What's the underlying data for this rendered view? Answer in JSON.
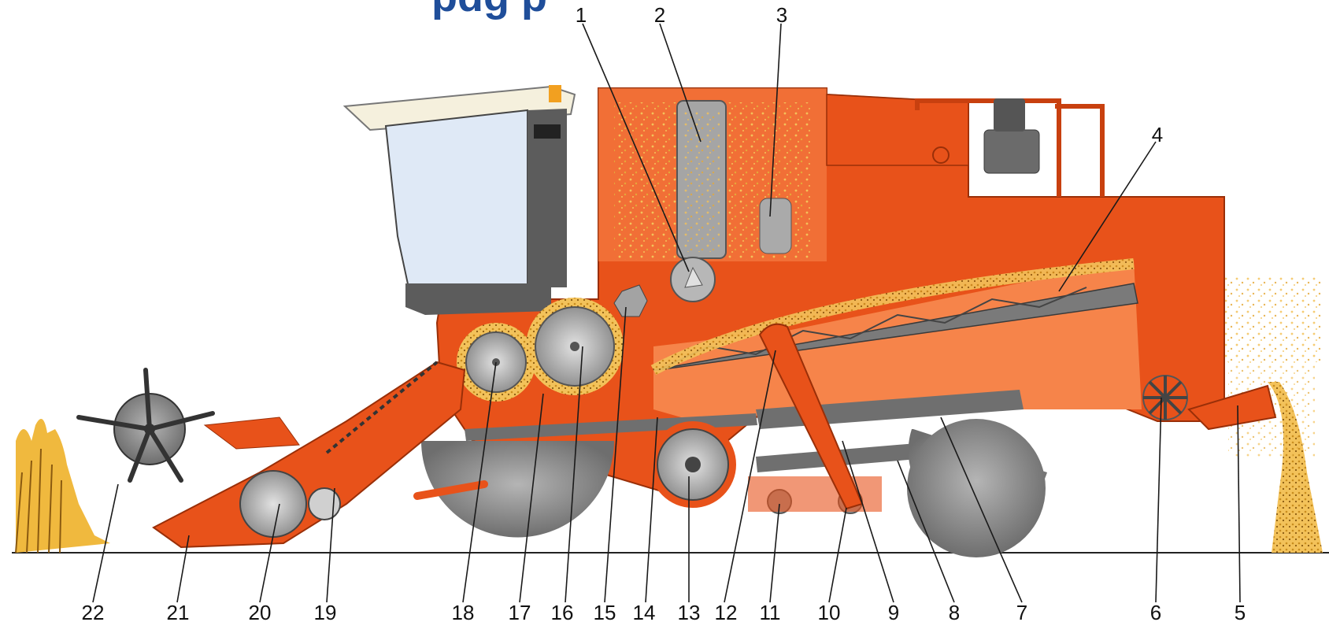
{
  "header_fragment": {
    "text": "pdg p",
    "color": "#1f4e9a"
  },
  "colors": {
    "body_orange": "#e8521a",
    "body_orange_dark": "#c8400f",
    "light_orange": "#f6844a",
    "grain": "#f3c25a",
    "grain_dark": "#c98d1e",
    "metal": "#9a9a9a",
    "metal_dark": "#5a5a5a",
    "glass": "#dfe9f6",
    "roof": "#f5f0dd",
    "wheel": "#8c8c8c",
    "ground": "#222222"
  },
  "callouts": [
    {
      "id": "1",
      "label": "1"
    },
    {
      "id": "2",
      "label": "2"
    },
    {
      "id": "3",
      "label": "3"
    },
    {
      "id": "4",
      "label": "4"
    },
    {
      "id": "5",
      "label": "5"
    },
    {
      "id": "6",
      "label": "6"
    },
    {
      "id": "7",
      "label": "7"
    },
    {
      "id": "8",
      "label": "8"
    },
    {
      "id": "9",
      "label": "9"
    },
    {
      "id": "10",
      "label": "10"
    },
    {
      "id": "11",
      "label": "11"
    },
    {
      "id": "12",
      "label": "12"
    },
    {
      "id": "13",
      "label": "13"
    },
    {
      "id": "14",
      "label": "14"
    },
    {
      "id": "15",
      "label": "15"
    },
    {
      "id": "16",
      "label": "16"
    },
    {
      "id": "17",
      "label": "17"
    },
    {
      "id": "18",
      "label": "18"
    },
    {
      "id": "19",
      "label": "19"
    },
    {
      "id": "20",
      "label": "20"
    },
    {
      "id": "21",
      "label": "21"
    },
    {
      "id": "22",
      "label": "22"
    }
  ]
}
